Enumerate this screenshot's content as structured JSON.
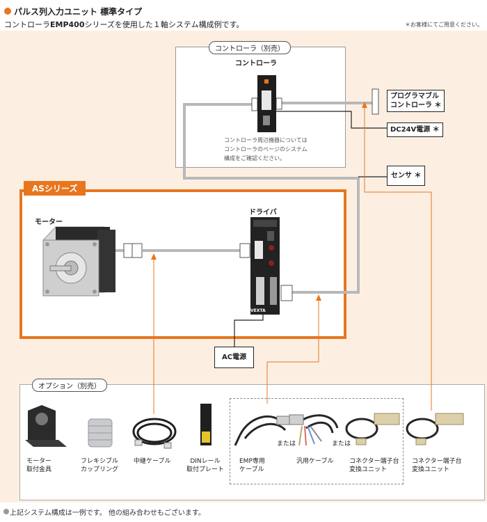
{
  "header": {
    "title": "パルス列入力ユニット 標準タイプ",
    "subtitle_prefix": "コントローラ",
    "subtitle_model": "EMP400",
    "subtitle_suffix": "シリーズを使用した１軸システム構成例です。",
    "note": "＊お客様にてご用意ください。"
  },
  "controller_section": {
    "tag": "コントローラ（別売）",
    "label": "コントローラ",
    "note_lines": [
      "コントローラ周辺機器については",
      "コントローラのページのシステム",
      "構成をご確認ください。"
    ]
  },
  "external": {
    "plc_line1": "プログラマブル",
    "plc_line2": "コントローラ ＊",
    "dc24v": "DC24V電源 ＊",
    "sensor": "センサ ＊",
    "ac_power": "AC電源"
  },
  "as_series": {
    "tag": "ASシリーズ",
    "motor_label": "モーター",
    "driver_label": "ドライバ",
    "driver_brand": "VEXTA"
  },
  "options": {
    "tag": "オプション（別売）",
    "or1": "または",
    "or2": "または",
    "items": [
      {
        "line1": "モーター",
        "line2": "取付金具"
      },
      {
        "line1": "フレキシブル",
        "line2": "カップリング"
      },
      {
        "line1": "中継ケーブル",
        "line2": ""
      },
      {
        "line1": "DINレール",
        "line2": "取付プレート"
      },
      {
        "line1": "EMP専用",
        "line2": "ケーブル"
      },
      {
        "line1": "汎用ケーブル",
        "line2": ""
      },
      {
        "line1": "コネクター端子台",
        "line2": "変換ユニット"
      },
      {
        "line1": "コネクター端子台",
        "line2": "変換ユニット"
      }
    ]
  },
  "footer": "上記システム構成は一例です。 他の組み合わせもございます。",
  "colors": {
    "accent": "#e8761e",
    "cable": "#b8b8b8",
    "background": "#fcefe2"
  }
}
